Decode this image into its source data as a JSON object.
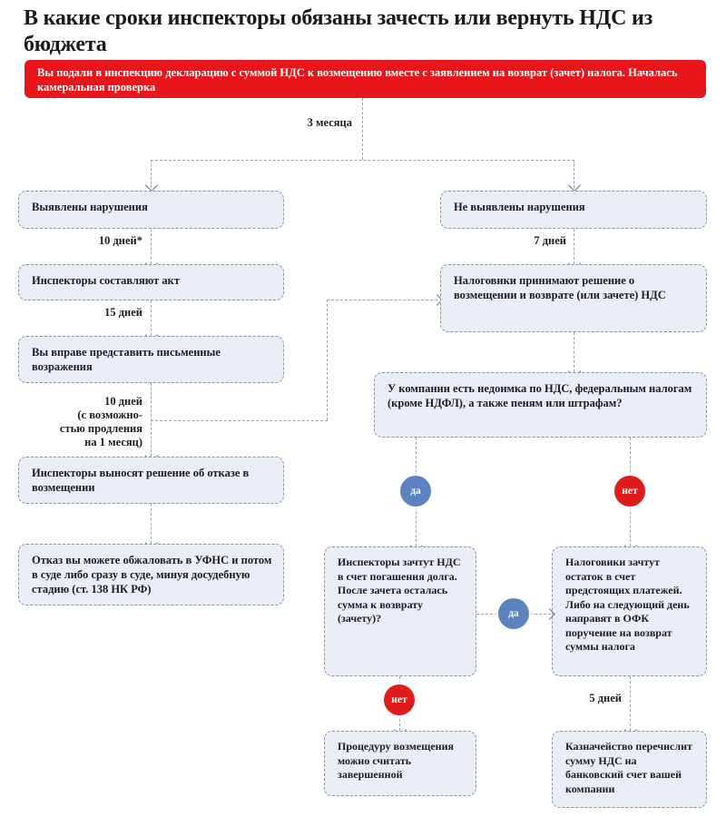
{
  "title": "В какие сроки инспекторы обязаны зачесть или вернуть НДС из бюджета",
  "banner": {
    "text": "Вы подали в инспекцию декларацию с суммой НДС к возмещению вместе с заявлением на возврат (зачет) налога. Началась камеральная проверка",
    "color": "#e8161a"
  },
  "colors": {
    "node_fill": "#e9edf5",
    "node_border": "#8a94a6",
    "yes_bubble": "#5b83c0",
    "no_bubble": "#e01b1b",
    "connector": "#9aa3b2"
  },
  "edge_labels": {
    "three_months": "3 месяца",
    "ten_days_star": "10 дней*",
    "seven_days": "7 дней",
    "fifteen_days": "15 дней",
    "ten_days_ext": "10 дней\n(с возможно-\nстью продления\nна 1 месяц)",
    "five_days": "5 дней"
  },
  "bubbles": {
    "yes_left": "да",
    "no_right": "нет",
    "yes_mid": "да",
    "no_bottom": "нет"
  },
  "nodes": {
    "violations_found": "Выявлены нарушения",
    "no_violations": "Не выявлены нарушения",
    "inspectors_act": "Инспекторы составляют акт",
    "written_objections": "Вы вправе представить письменные возражения",
    "refusal_decision": "Инспекторы выносят решение об отказе в возмещении",
    "appeal": "Отказ вы можете обжаловать в УФНС и потом в суде либо сразу в суде, минуя досудебную стадию (ст. 138 НК РФ)",
    "tax_decision": "Налоговики принимают решение о возмещении и возврате (или зачете) НДС",
    "arrears_question": "У компании есть недоимка по НДС, федеральным налогам (кроме НДФЛ), а также пеням или штрафам?",
    "offset_debt": "Инспекторы зачтут НДС в счет погашения долга. После зачета осталась сумма к возврату (зачету)?",
    "offset_future": "Налоговики зачтут остаток в счет предстоящих платежей. Либо на следующий день направят в ОФК поручение на возврат суммы налога",
    "procedure_done": "Процедуру возмещения можно считать завершенной",
    "treasury_transfer": "Казначейство перечислит сумму НДС на банковский счет вашей компании"
  }
}
